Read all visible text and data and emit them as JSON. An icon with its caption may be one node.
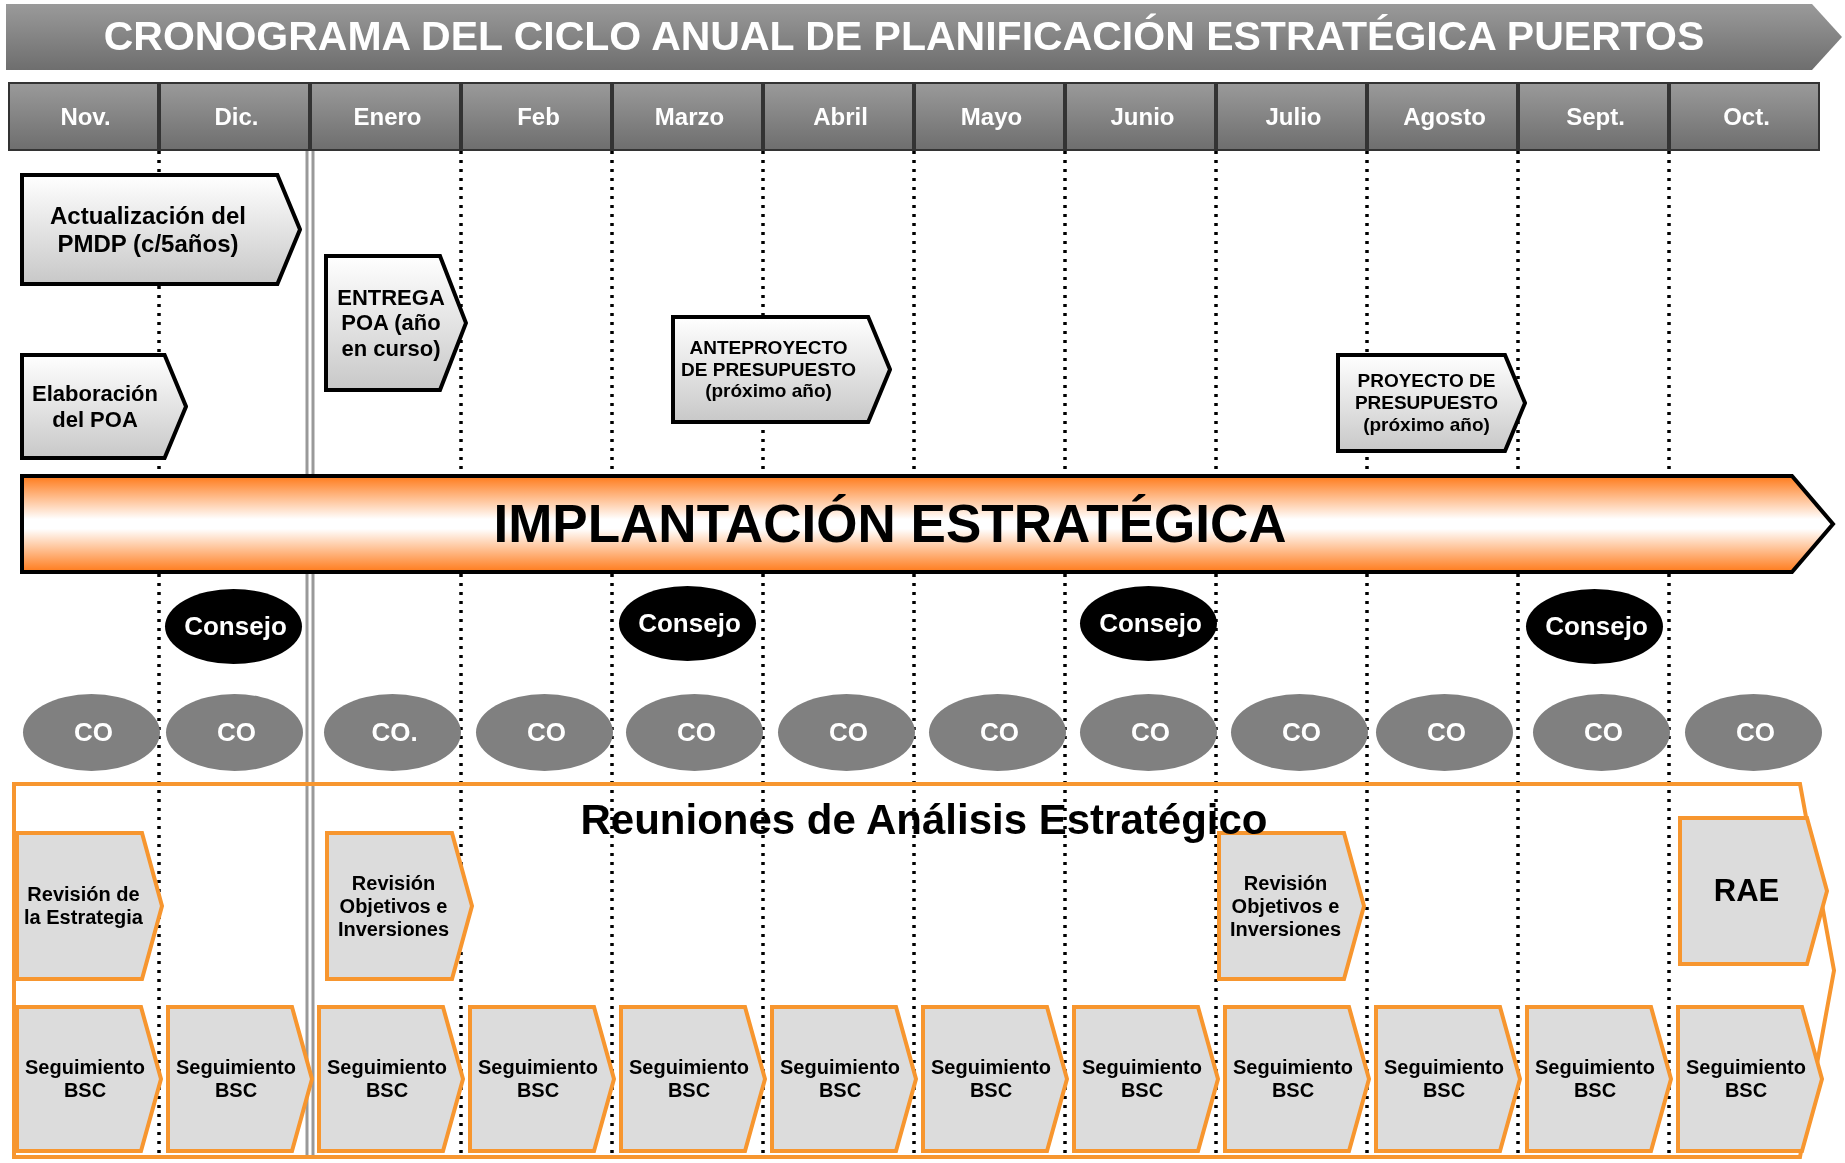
{
  "diagram": {
    "title": "CRONOGRAMA DEL CICLO ANUAL DE PLANIFICACIÓN ESTRATÉGICA PUERTOS",
    "nodes": [
      {
        "text": [
          "Nov."
        ]
      },
      {
        "text": [
          "Dic."
        ]
      },
      {
        "text": [
          "Enero"
        ]
      },
      {
        "text": [
          "Feb"
        ]
      },
      {
        "text": [
          "Marzo"
        ]
      },
      {
        "text": [
          "Abril"
        ]
      },
      {
        "text": [
          "Mayo"
        ]
      },
      {
        "text": [
          "Junio"
        ]
      },
      {
        "text": [
          "Julio"
        ]
      },
      {
        "text": [
          "Agosto"
        ]
      },
      {
        "text": [
          "Sept."
        ]
      },
      {
        "text": [
          "Oct."
        ]
      },
      {
        "text": [
          "Actualización del PMDP (c/5años)"
        ]
      },
      {
        "text": [
          "Elaboración del POA"
        ]
      },
      {
        "text": [
          "ENTREGA POA (año en curso)"
        ]
      },
      {
        "text": [
          "ANTEPROYECTO DE PRESUPUESTO (próximo año)"
        ]
      },
      {
        "text": [
          "PROYECTO DE PRESUPUESTO (próximo año)"
        ]
      },
      {
        "text": [
          "IMPLANTACIÓN ESTRATÉGICA"
        ]
      },
      {
        "text": [
          "Consejo"
        ]
      },
      {
        "text": [
          "Consejo"
        ]
      },
      {
        "text": [
          "Consejo"
        ]
      },
      {
        "text": [
          "Consejo"
        ]
      },
      {
        "text": [
          "CO"
        ]
      },
      {
        "text": [
          "CO"
        ]
      },
      {
        "text": [
          "CO."
        ]
      },
      {
        "text": [
          "CO"
        ]
      },
      {
        "text": [
          "CO"
        ]
      },
      {
        "text": [
          "CO"
        ]
      },
      {
        "text": [
          "CO"
        ]
      },
      {
        "text": [
          "CO"
        ]
      },
      {
        "text": [
          "CO"
        ]
      },
      {
        "text": [
          "CO"
        ]
      },
      {
        "text": [
          "CO"
        ]
      },
      {
        "text": [
          "CO"
        ]
      },
      {
        "text": [
          "Reuniones de Análisis Estratégico"
        ]
      },
      {
        "text": [
          "Revisión de la Estrategia"
        ],
        "in": 34
      },
      {
        "text": [
          "Revisión Objetivos e Inversiones"
        ],
        "in": 34
      },
      {
        "text": [
          "Revisión Objetivos e Inversiones"
        ],
        "in": 34
      },
      {
        "text": [
          "RAE"
        ],
        "in": 34
      },
      {
        "text": [
          "Seguimiento BSC"
        ],
        "in": 34
      },
      {
        "text": [
          "Seguimiento BSC"
        ],
        "in": 34
      },
      {
        "text": [
          "Seguimiento BSC"
        ],
        "in": 34
      },
      {
        "text": [
          "Seguimiento BSC"
        ],
        "in": 34
      },
      {
        "text": [
          "Seguimiento BSC"
        ],
        "in": 34
      },
      {
        "text": [
          "Seguimiento BSC"
        ],
        "in": 34
      },
      {
        "text": [
          "Seguimiento BSC"
        ],
        "in": 34
      },
      {
        "text": [
          "Seguimiento BSC"
        ],
        "in": 34
      },
      {
        "text": [
          "Seguimiento BSC"
        ],
        "in": 34
      },
      {
        "text": [
          "Seguimiento BSC"
        ],
        "in": 34
      },
      {
        "text": [
          "Seguimiento BSC"
        ],
        "in": 34
      },
      {
        "text": [
          "Seguimiento BSC"
        ],
        "in": 34
      }
    ]
  }
}
